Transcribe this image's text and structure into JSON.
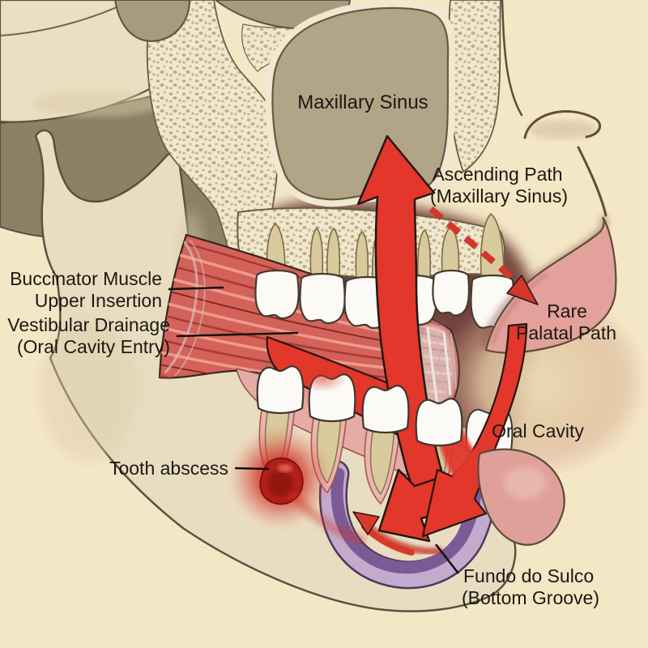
{
  "figure": {
    "type": "anatomical-diagram",
    "subject": "Tooth abscess drainage pathways in a lateral jaw cross-section"
  },
  "labels": {
    "maxillary_sinus": "Maxillary Sinus",
    "ascending_path_line1": "Ascending Path",
    "ascending_path_line2": "(Maxillary Sinus)",
    "buccinator_line1": "Buccinator Muscle",
    "buccinator_line2": "Upper Insertion",
    "vestibular_line1": "Vestibular Drainage",
    "vestibular_line2": "(Oral Cavity Entry)",
    "rare_palatal_line1": "Rare",
    "rare_palatal_line2": "Palatal Path",
    "oral_cavity": "Oral Cavity",
    "tooth_abscess": "Tooth abscess",
    "fundo_line1": "Fundo do Sulco",
    "fundo_line2": "(Bottom Groove)"
  },
  "colors": {
    "background": "#f4e7c6",
    "bone_light": "#e9ddc1",
    "bone_outline": "#5c5140",
    "trabecular_base": "#f0e7cd",
    "trabecular_speck": "#ab9c79",
    "cavity_dark": "#b2a487",
    "fossa_dark": "#8c8066",
    "oral_cavity_maroon": "#6e403a",
    "muscle_base": "#d2625a",
    "muscle_dark_fiber": "#a93a31",
    "muscle_light_fiber": "#ef9a8e",
    "arrow_red": "#e2372a",
    "dashed_red": "#d6352b",
    "abscess_red": "#b21f1a",
    "gingiva_pink": "#e5aba5",
    "palate_pink": "#e2a19b",
    "lip_pink": "#dfa09a",
    "sulcus_outer": "#c4aacd",
    "sulcus_inner": "#7c5a97",
    "tooth_white": "#fbfaf6",
    "tooth_root_tan": "#d9ca9d",
    "text_color": "#1c1813"
  }
}
